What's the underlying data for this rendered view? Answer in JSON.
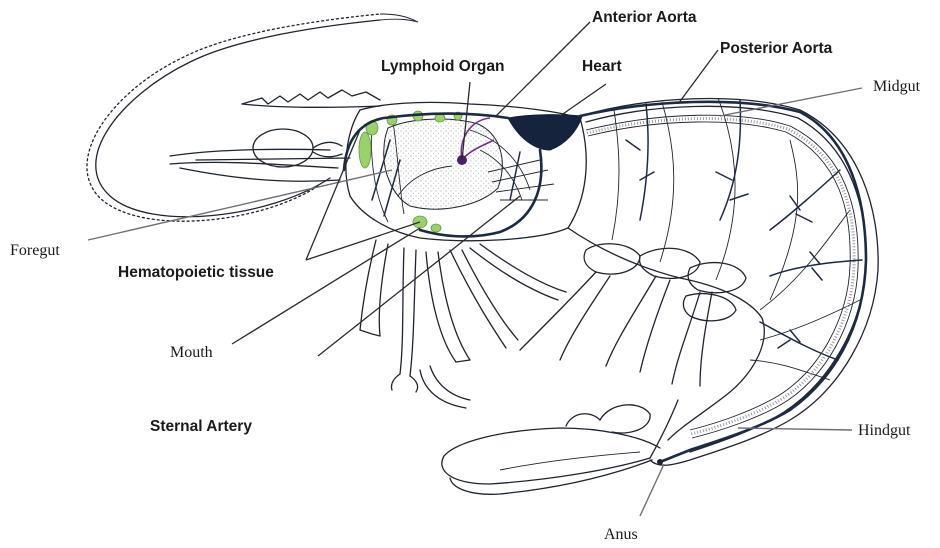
{
  "labels": {
    "anterior_aorta": "Anterior Aorta",
    "posterior_aorta": "Posterior Aorta",
    "lymphoid_organ": "Lymphoid Organ",
    "heart": "Heart",
    "midgut": "Midgut",
    "foregut": "Foregut",
    "hematopoietic_tissue": "Hematopoietic tissue",
    "mouth": "Mouth",
    "sternal_artery": "Sternal Artery",
    "hindgut": "Hindgut",
    "anus": "Anus"
  },
  "colors": {
    "outline": "#1f2430",
    "vessel": "#1b2a45",
    "hematopoietic": "#9bd16a",
    "lymphoid": "#7a2a8c",
    "gut_stipple": "#9a9a9a",
    "background": "#ffffff"
  }
}
